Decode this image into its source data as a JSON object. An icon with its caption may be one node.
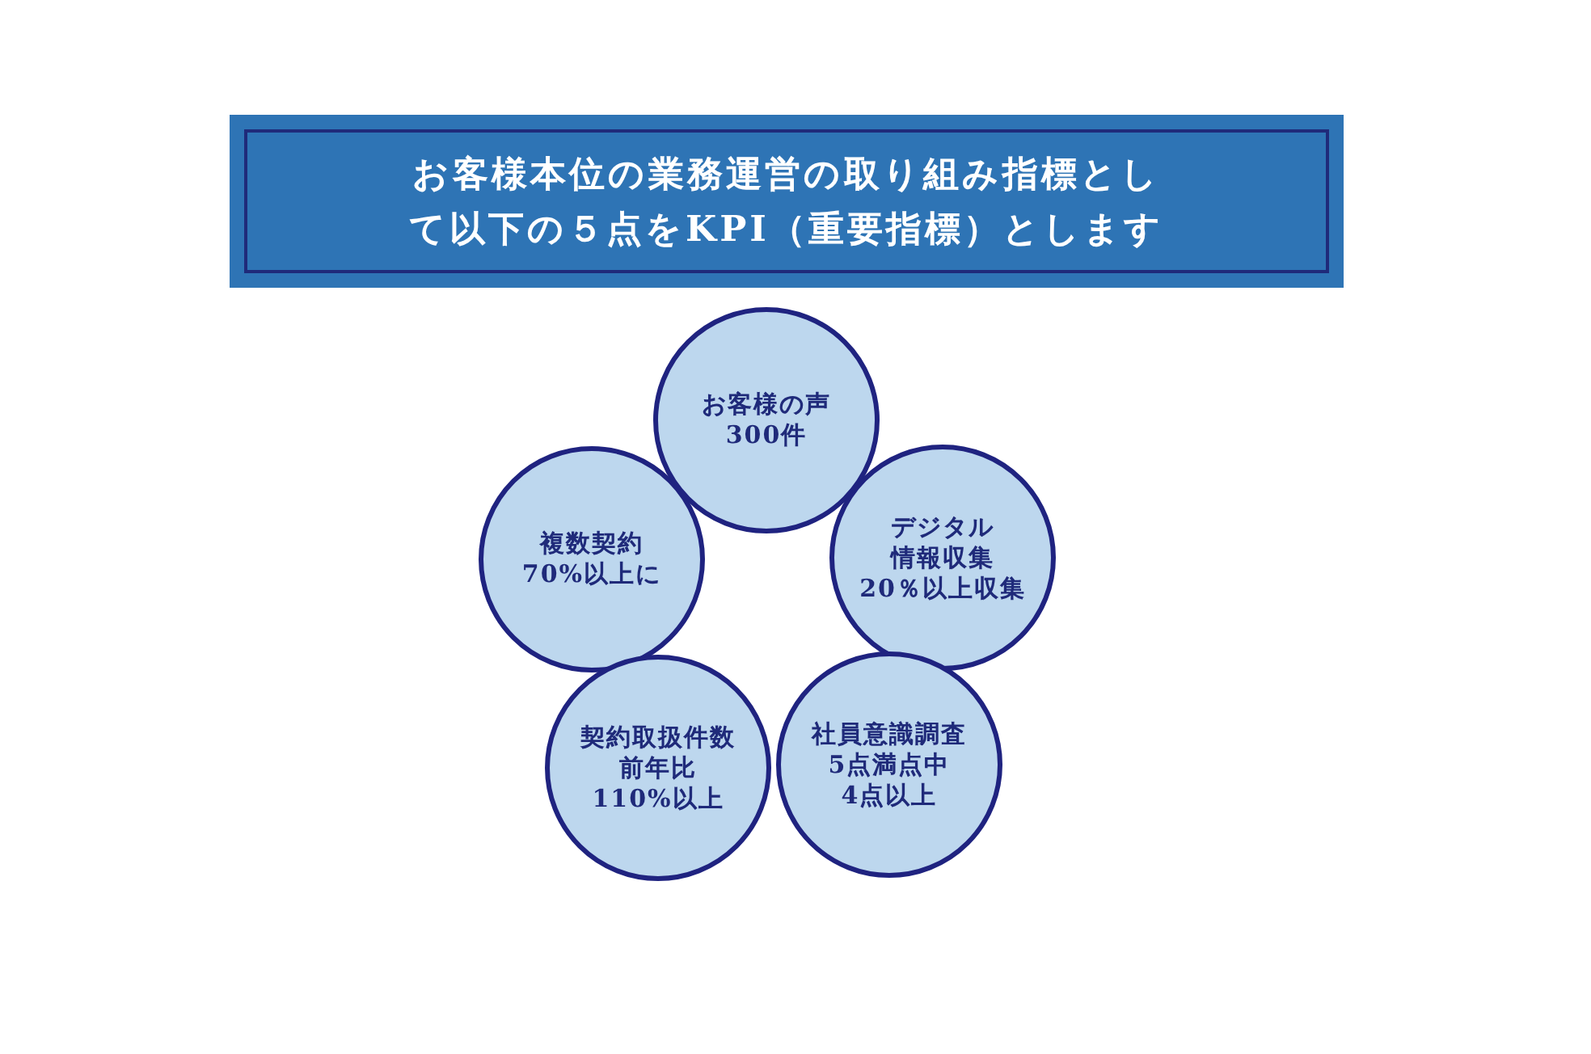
{
  "diagram": {
    "title": "お客様本位の業務運営の取り組み指標として以下の５点をKPI（重要指標）とします",
    "nodes": [
      {
        "text": [
          "お客様の声",
          "300件"
        ]
      },
      {
        "text": [
          "複数契約",
          "70%以上に"
        ]
      },
      {
        "text": [
          "デジタル",
          "情報収集",
          "20％以上収集"
        ]
      },
      {
        "text": [
          "契約取扱件数",
          "前年比",
          "110%以上"
        ]
      },
      {
        "text": [
          "社員意識調査",
          "5点満点中",
          "4点以上"
        ]
      }
    ]
  }
}
